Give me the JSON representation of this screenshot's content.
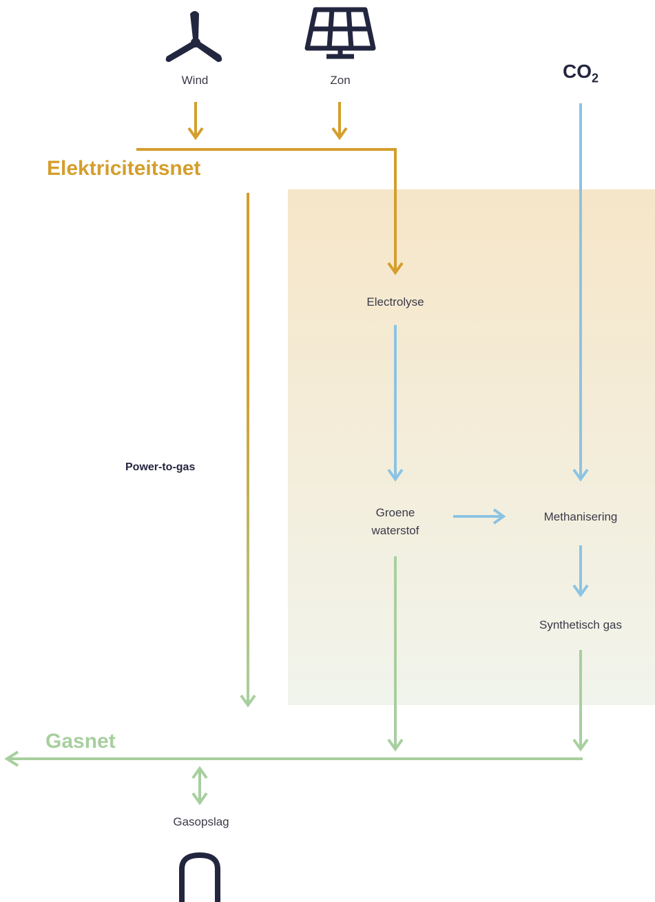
{
  "colors": {
    "electricity": "#d49e2c",
    "gas": "#a7cf9e",
    "hydrogen": "#8cc3e2",
    "icon": "#23263f",
    "panel_top": "#f6e6c8",
    "panel_bottom": "#f1f4ec"
  },
  "icons": {
    "wind": "wind-turbine-icon",
    "sun": "solar-panel-icon",
    "storage": "gas-tank-icon"
  },
  "labels": {
    "wind": "Wind",
    "sun": "Zon",
    "co2": "CO",
    "co2_sub": "2",
    "electricity_grid": "Elektriciteitsnet",
    "electrolysis": "Electrolyse",
    "power_to_gas": "Power-to-gas",
    "green_hydrogen_line1": "Groene",
    "green_hydrogen_line2": "waterstof",
    "methanation": "Methanisering",
    "synthetic_gas": "Synthetisch gas",
    "gas_grid": "Gasnet",
    "gas_storage": "Gasopslag"
  }
}
